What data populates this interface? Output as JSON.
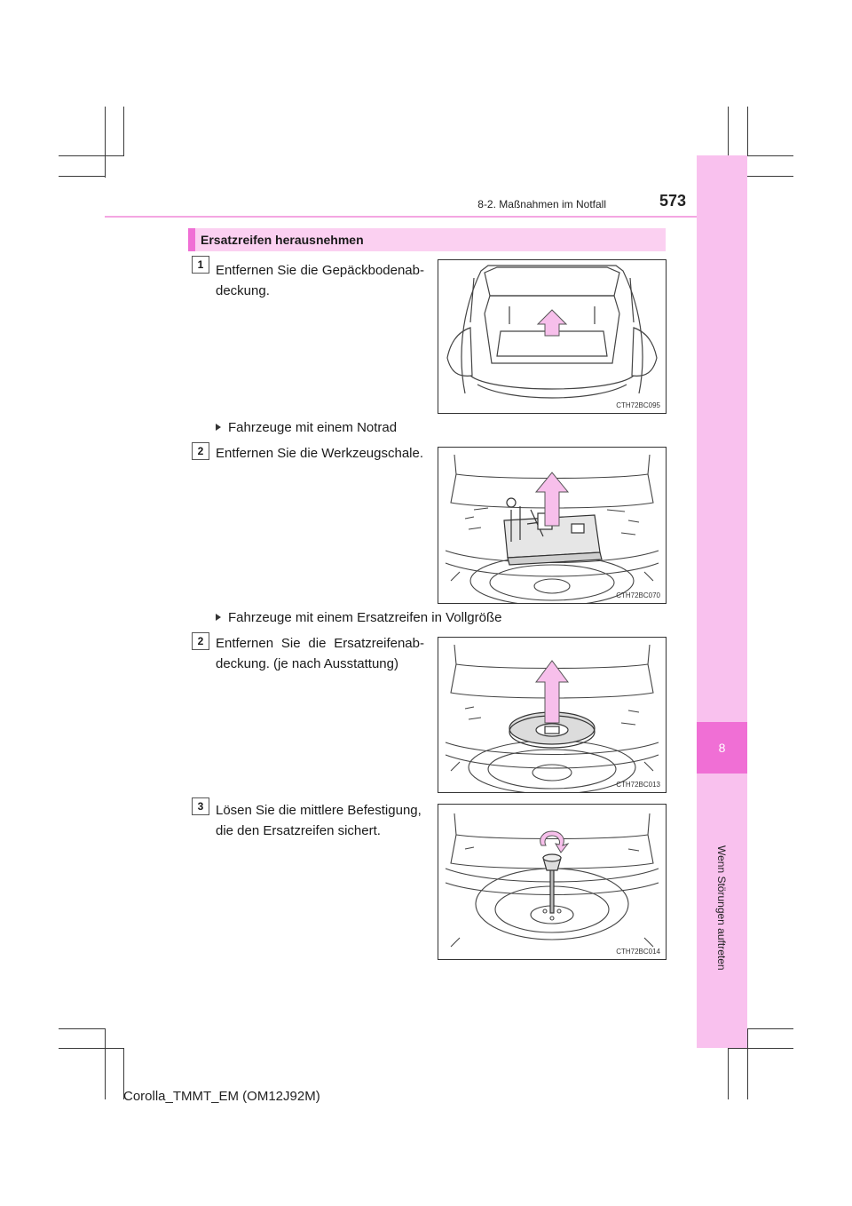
{
  "header": {
    "section": "8-2. Maßnahmen im Notfall",
    "page_number": "573"
  },
  "side_tab": {
    "chapter_number": "8",
    "chapter_title": "Wenn Störungen auftreten"
  },
  "section_title": "Ersatzreifen herausnehmen",
  "steps": [
    {
      "num": "1",
      "text": "Entfernen Sie die Gepäckbodenab-deckung.",
      "line1": "Entfernen Sie die Gepäckbodenab-",
      "line2": "deckung.",
      "figure_code": "CTH72BC095"
    },
    {
      "bullet": "Fahrzeuge mit einem Notrad",
      "num": "2",
      "line1": "Entfernen Sie die Werkzeugschale.",
      "figure_code": "CTH72BC070"
    },
    {
      "bullet": "Fahrzeuge mit einem Ersatzreifen in Vollgröße",
      "num": "2",
      "line1": "Entfernen Sie die Ersatzreifenab-",
      "line2": "deckung. (je nach Ausstattung)",
      "figure_code": "CTH72BC013"
    },
    {
      "num": "3",
      "line1": "Lösen Sie die mittlere Befestigung,",
      "line2": "die den Ersatzreifen sichert.",
      "figure_code": "CTH72BC014"
    }
  ],
  "footer": {
    "document_id": "Corolla_TMMT_EM (OM12J92M)"
  },
  "colors": {
    "accent_pink": "#f06fd5",
    "light_pink": "#f9c1ee",
    "arrow_fill": "#f7bfeb"
  }
}
